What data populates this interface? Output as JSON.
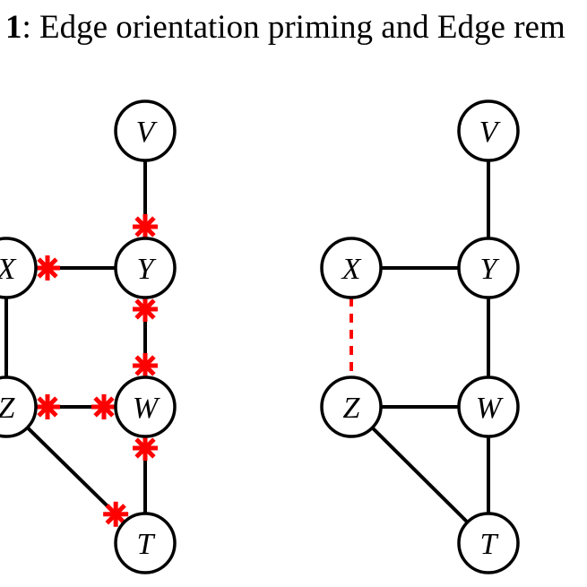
{
  "caption": {
    "number": "1",
    "text": ": Edge orientation priming and Edge rem"
  },
  "colors": {
    "edge": "#000000",
    "mark": "#ff0000"
  },
  "graphs": [
    {
      "nodes": [
        "V",
        "X",
        "Y",
        "Z",
        "W",
        "T"
      ],
      "edges": [
        {
          "from": "V",
          "to": "Y",
          "style": "solid",
          "marks": [
            "to"
          ]
        },
        {
          "from": "X",
          "to": "Y",
          "style": "solid",
          "marks": [
            "from"
          ]
        },
        {
          "from": "Y",
          "to": "W",
          "style": "solid",
          "marks": [
            "from",
            "to"
          ]
        },
        {
          "from": "X",
          "to": "Z",
          "style": "solid",
          "marks": []
        },
        {
          "from": "Z",
          "to": "W",
          "style": "solid",
          "marks": [
            "from",
            "to"
          ]
        },
        {
          "from": "Z",
          "to": "T",
          "style": "solid",
          "marks": [
            "to"
          ]
        },
        {
          "from": "W",
          "to": "T",
          "style": "solid",
          "marks": [
            "from"
          ]
        }
      ]
    },
    {
      "nodes": [
        "V",
        "X",
        "Y",
        "Z",
        "W",
        "T"
      ],
      "edges": [
        {
          "from": "V",
          "to": "Y",
          "style": "solid",
          "marks": []
        },
        {
          "from": "X",
          "to": "Y",
          "style": "solid",
          "marks": []
        },
        {
          "from": "Y",
          "to": "W",
          "style": "solid",
          "marks": []
        },
        {
          "from": "X",
          "to": "Z",
          "style": "dashed",
          "marks": []
        },
        {
          "from": "Z",
          "to": "W",
          "style": "solid",
          "marks": []
        },
        {
          "from": "Z",
          "to": "T",
          "style": "solid",
          "marks": []
        },
        {
          "from": "W",
          "to": "T",
          "style": "solid",
          "marks": []
        }
      ]
    }
  ]
}
